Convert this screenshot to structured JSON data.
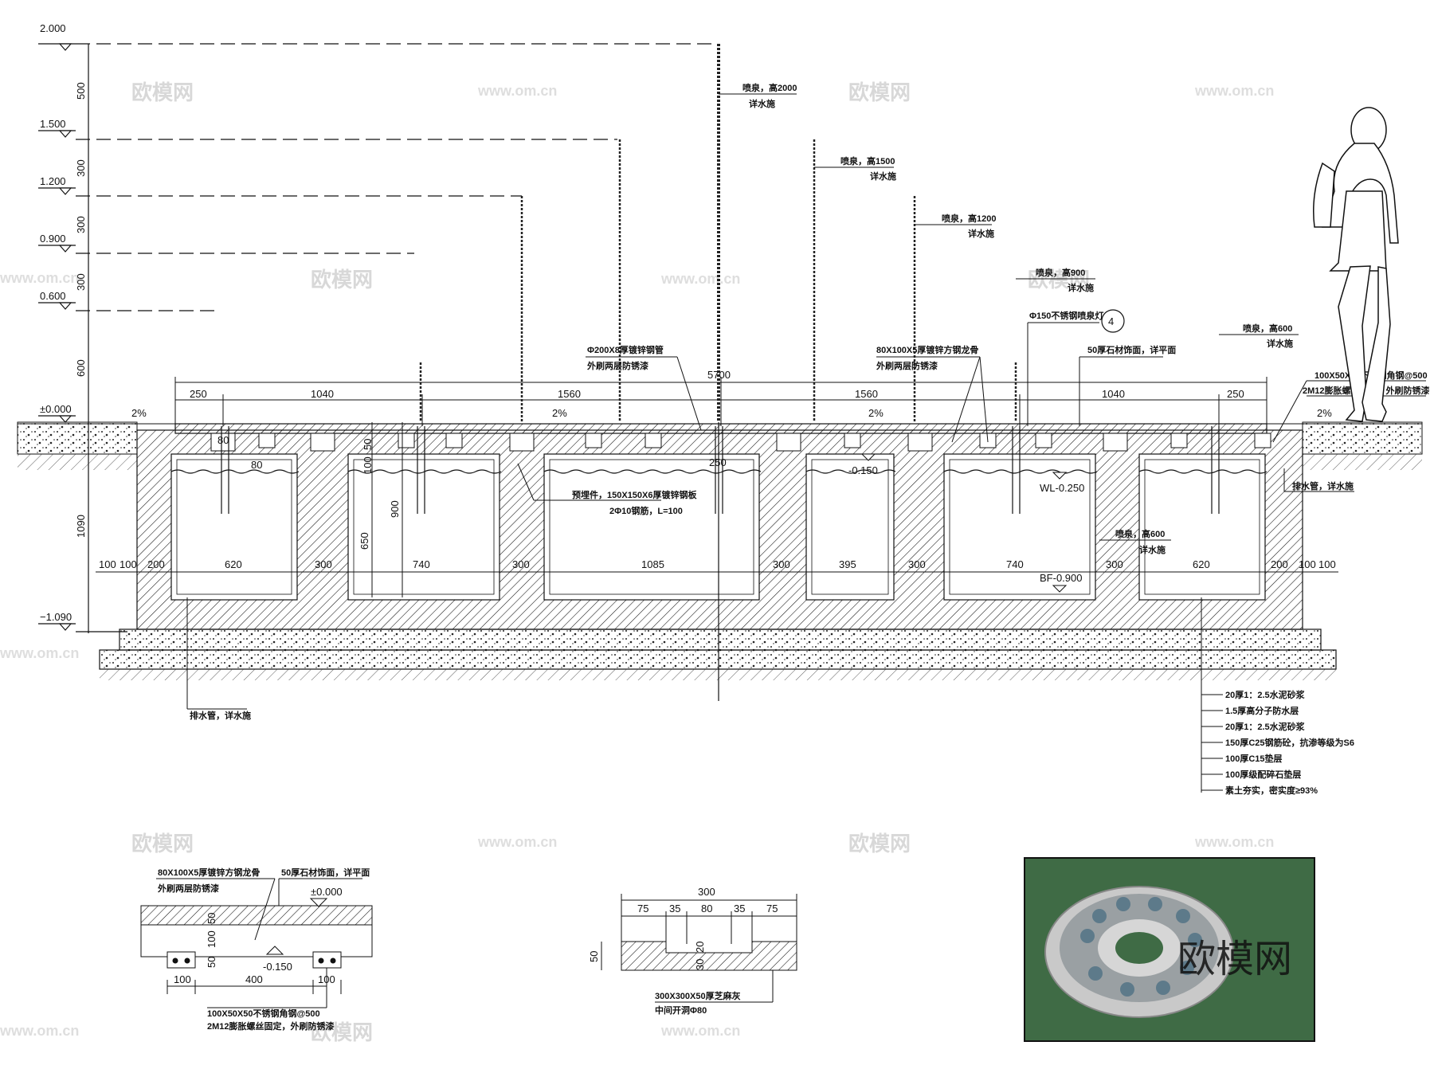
{
  "elevations": [
    {
      "value": "2.000"
    },
    {
      "value": "1.500"
    },
    {
      "value": "1.200"
    },
    {
      "value": "0.900"
    },
    {
      "value": "0.600"
    },
    {
      "value": "±0.000"
    },
    {
      "value": "−1.090"
    }
  ],
  "left_dims": [
    "500",
    "300",
    "300",
    "300",
    "600",
    "1090"
  ],
  "top_dims": {
    "overall": "5700",
    "segments": [
      "250",
      "1040",
      "1560",
      "1560",
      "1040",
      "250"
    ],
    "slopes": [
      "2%",
      "2%",
      "2%",
      "2%"
    ]
  },
  "bottom_dims": [
    "100",
    "100",
    "200",
    "620",
    "300",
    "740",
    "300",
    "1085",
    "300",
    "395",
    "300",
    "740",
    "300",
    "620",
    "200",
    "100",
    "100"
  ],
  "inner_dims": {
    "d80": "80",
    "d50": "50",
    "d100": "100",
    "d250": "250",
    "d650": "650",
    "d900": "900"
  },
  "levels": {
    "minus150": "-0.150",
    "wl": "WL-0.250",
    "bf": "BF-0.900"
  },
  "jets": [
    {
      "title": "喷泉，高2000",
      "sub": "详水施"
    },
    {
      "title": "喷泉，高1500",
      "sub": "详水施"
    },
    {
      "title": "喷泉，高1200",
      "sub": "详水施"
    },
    {
      "title": "喷泉，高900",
      "sub": "详水施"
    },
    {
      "title": "喷泉，高600",
      "sub": "详水施"
    },
    {
      "title": "喷泉，高600",
      "sub": "详水施"
    }
  ],
  "callouts": {
    "pipe200": "Φ200X8厚镀锌钢管",
    "pipe200_sub": "外刷两层防锈漆",
    "tube80": "80X100X5厚镀锌方钢龙骨",
    "tube80_sub": "外刷两层防锈漆",
    "light": "Φ150不锈钢喷泉灯",
    "light_tag": "4",
    "stone50": "50厚石材饰面，详平面",
    "angle100": "100X50X50不锈钢角钢@500",
    "bolt2m12": "2M12膨胀螺丝固定，外刷防锈漆",
    "embed": "预埋件，150X150X6厚镀锌钢板",
    "rebar": "2Φ10钢筋，L=100",
    "drain_right": "排水管，详水施",
    "drain_left": "排水管，详水施"
  },
  "layers": [
    "20厚1：2.5水泥砂浆",
    "1.5厚高分子防水层",
    "20厚1：2.5水泥砂浆",
    "150厚C25钢筋砼，抗渗等级为S6",
    "100厚C15垫层",
    "100厚级配碎石垫层",
    "素土夯实，密实度≥93%"
  ],
  "detail1": {
    "tube": "80X100X5厚镀锌方钢龙骨",
    "tube_sub": "外刷两层防锈漆",
    "stone": "50厚石材饰面，详平面",
    "zero": "±0.000",
    "minus": "-0.150",
    "v50a": "50",
    "v100": "100",
    "v50b": "50",
    "h1": "100",
    "h2": "400",
    "h3": "100",
    "angle": "100X50X50不锈钢角钢@500",
    "bolt": "2M12膨胀螺丝固定，外刷防锈漆"
  },
  "detail2": {
    "total": "300",
    "parts": [
      "75",
      "35",
      "80",
      "35",
      "75"
    ],
    "height": "50",
    "v20": "20",
    "v30": "30",
    "label": "300X300X50厚芝麻灰",
    "label_sub": "中间开洞Φ80"
  },
  "watermark": {
    "brand": "欧模网",
    "url": "www.om.cn",
    "photo_text": "欧模网"
  },
  "colors": {
    "line": "#111111",
    "photo_bg": "#3f6b45",
    "steel": "#c9c9c9"
  }
}
